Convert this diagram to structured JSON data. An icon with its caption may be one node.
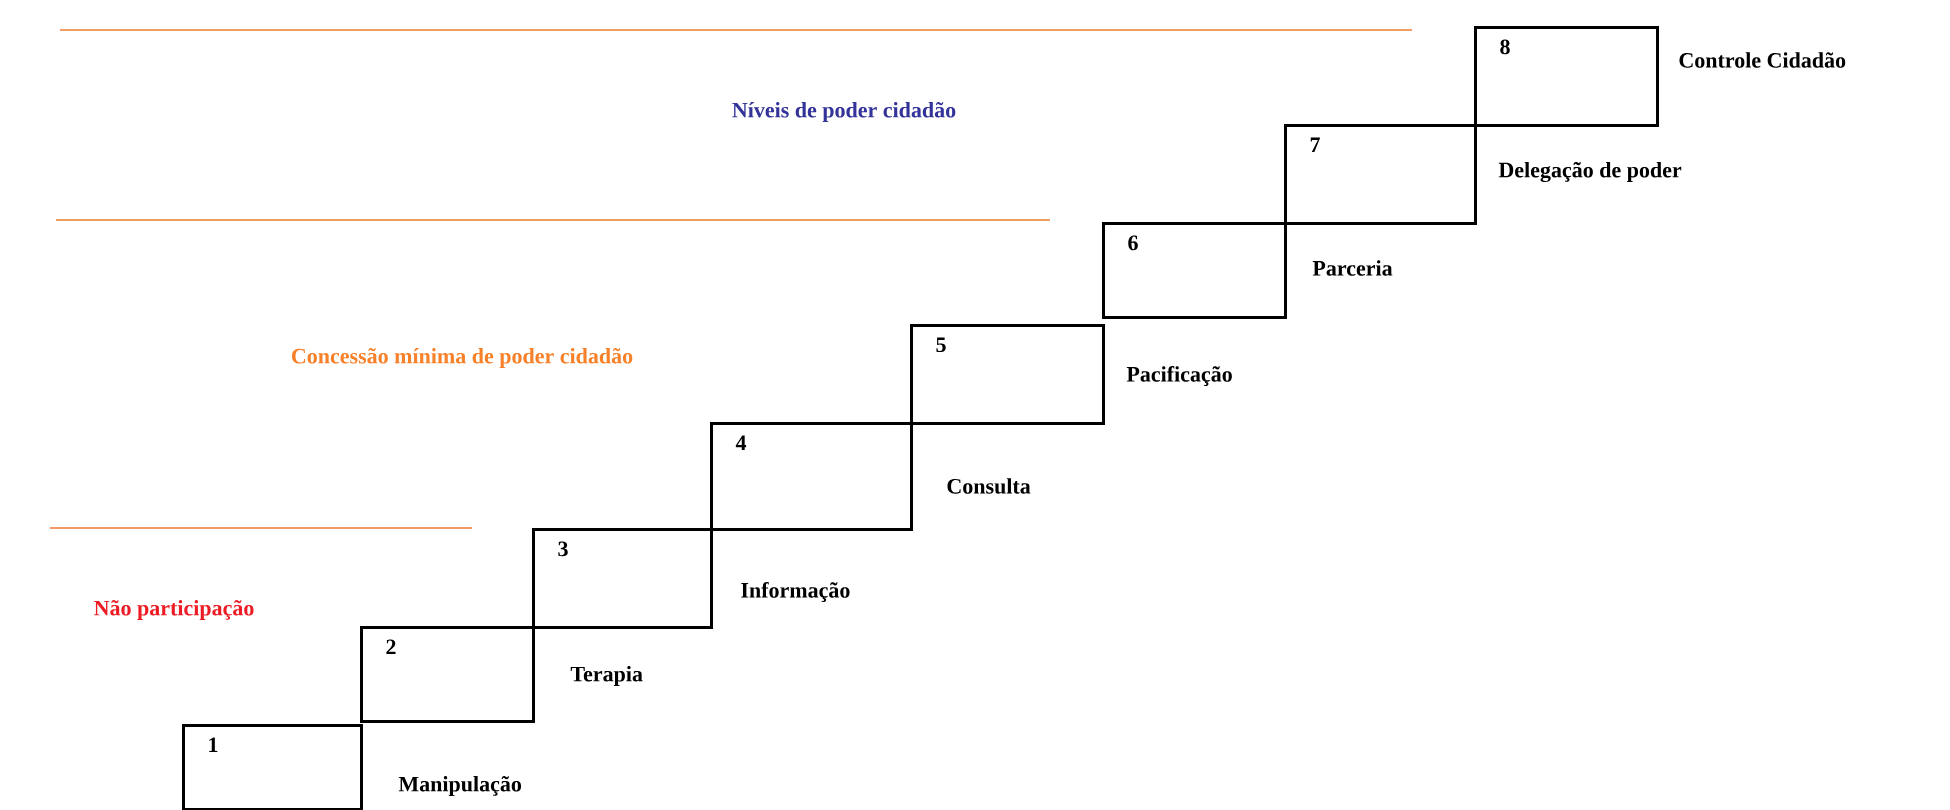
{
  "diagram": {
    "nodes": [
      {
        "text": [
          "1"
        ],
        "beside": [
          "Manipulação"
        ]
      },
      {
        "text": [
          "2"
        ],
        "beside": [
          "Terapia"
        ]
      },
      {
        "text": [
          "3"
        ],
        "beside": [
          "Informação"
        ]
      },
      {
        "text": [
          "4"
        ],
        "beside": [
          "Consulta"
        ]
      },
      {
        "text": [
          "5"
        ],
        "beside": [
          "Pacificação"
        ]
      },
      {
        "text": [
          "6"
        ],
        "beside": [
          "Parceria"
        ]
      },
      {
        "text": [
          "7"
        ],
        "beside": [
          "Delegação de poder"
        ]
      },
      {
        "text": [
          "8"
        ],
        "beside": [
          "Controle Cidadão"
        ]
      }
    ],
    "labels": [
      "Níveis de poder cidadão",
      "Concessão mínima de poder cidadão",
      "Não participação"
    ]
  }
}
